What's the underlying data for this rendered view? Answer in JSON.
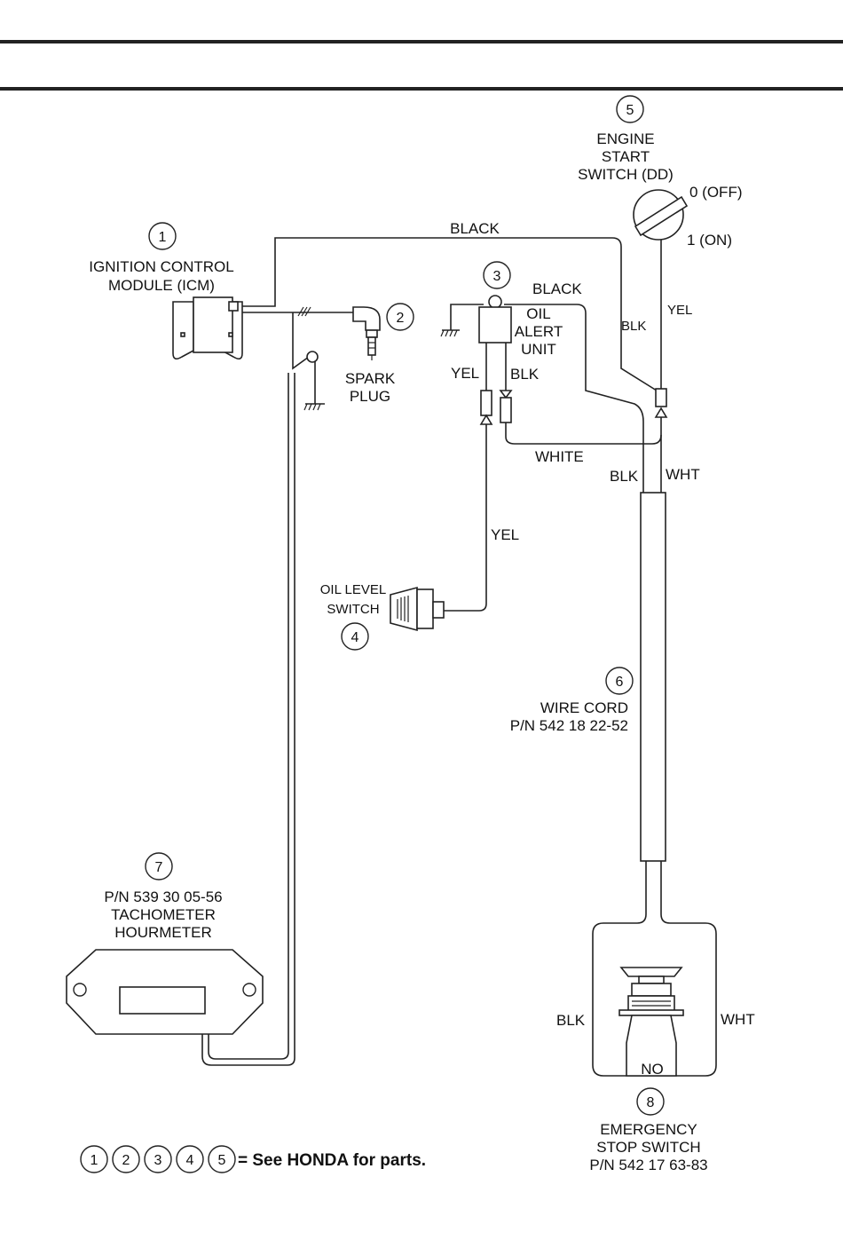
{
  "labels": {
    "icm": [
      "IGNITION CONTROL",
      "MODULE (ICM)"
    ],
    "spark_plug": [
      "SPARK",
      "PLUG"
    ],
    "oil_alert": [
      "OIL",
      "ALERT",
      "UNIT"
    ],
    "engine_start": [
      "ENGINE",
      "START",
      "SWITCH (DD)"
    ],
    "off": "0 (OFF)",
    "on": "1 (ON)",
    "oil_level": [
      "OIL LEVEL",
      "SWITCH"
    ],
    "wire_cord": [
      "WIRE CORD",
      "P/N 542 18 22-52"
    ],
    "tach": [
      "P/N 539 30 05-56",
      "TACHOMETER",
      "HOURMETER"
    ],
    "estop": [
      "EMERGENCY",
      "STOP SWITCH",
      "P/N 542 17 63-83"
    ],
    "estop_no": "NO"
  },
  "wires": {
    "black_top": "BLACK",
    "black_oil": "BLACK",
    "blk_start": "BLK",
    "yel_start": "YEL",
    "yel_oil": "YEL",
    "blk_oil": "BLK",
    "white": "WHITE",
    "blk_cord": "BLK",
    "wht_cord": "WHT",
    "yel_level": "YEL",
    "blk_estop": "BLK",
    "wht_estop": "WHT"
  },
  "callouts": [
    "1",
    "2",
    "3",
    "4",
    "5",
    "6",
    "7",
    "8"
  ],
  "legend": {
    "items": [
      "1",
      "2",
      "3",
      "4",
      "5"
    ],
    "text": "= See HONDA for parts."
  }
}
